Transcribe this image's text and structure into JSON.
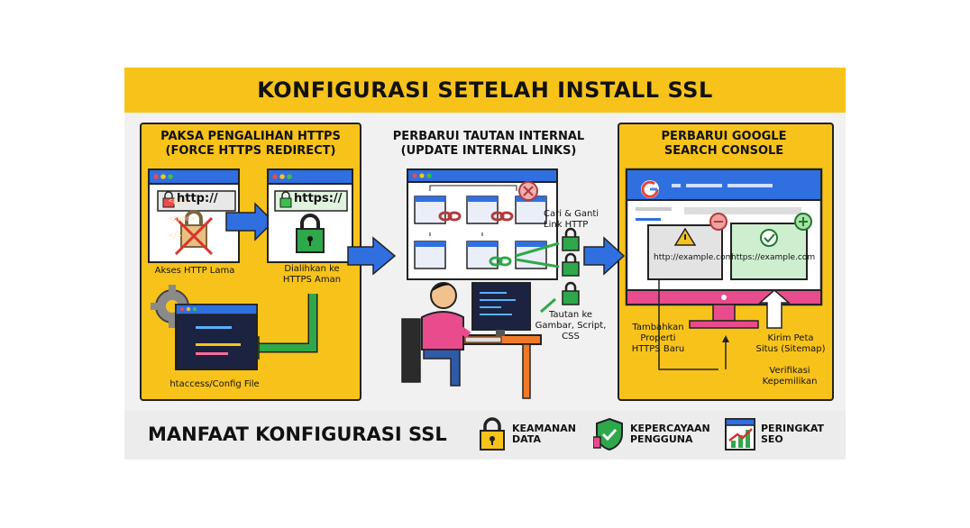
{
  "title": "KONFIGURASI SETELAH INSTALL SSL",
  "section1": {
    "heading_line1": "PAKSA PENGALIHAN HTTPS",
    "heading_line2": "(FORCE HTTPS REDIRECT)",
    "http_url": "http://",
    "https_url": "https://",
    "label_old": "Akses HTTP Lama",
    "label_new_line1": "Dialihkan ke",
    "label_new_line2": "HTTPS Aman",
    "code_lines": [
      "<ppdp",
      "<ppdd>",
      "</>"
    ],
    "label_config": "htaccess/Config File"
  },
  "section2": {
    "heading_line1": "PERBARUI TAUTAN INTERNAL",
    "heading_line2": "(UPDATE INTERNAL LINKS)",
    "label_replace_line1": "Cari & Ganti",
    "label_replace_line2": "Link HTTP",
    "label_assets_line1": "Tautan ke",
    "label_assets_line2": "Gambar, Script,",
    "label_assets_line3": "CSS"
  },
  "section3": {
    "heading_line1": "PERBARUI GOOGLE",
    "heading_line2": "SEARCH CONSOLE",
    "old_property": "http://example.com",
    "new_property": "https://example.com",
    "label_add_line1": "Tambahkan",
    "label_add_line2": "Properti",
    "label_add_line3": "HTTPS Baru",
    "label_sitemap_line1": "Kirim Peta",
    "label_sitemap_line2": "Situs (Sitemap)",
    "label_verify_line1": "Verifikasi",
    "label_verify_line2": "Kepemilikan"
  },
  "benefits": {
    "heading": "MANFAAT KONFIGURASI SSL",
    "items": [
      {
        "line1": "KEAMANAN",
        "line2": "DATA",
        "icon": "padlock-icon"
      },
      {
        "line1": "KEPERCAYAAN",
        "line2": "PENGGUNA",
        "icon": "shield-check-icon"
      },
      {
        "line1": "PERINGKAT",
        "line2": "SEO",
        "icon": "growth-chart-icon"
      }
    ]
  },
  "colors": {
    "yellow": "#f7c31b",
    "blue": "#2f6fe0",
    "green": "#1d9a3a",
    "pink": "#e84c8c",
    "red": "#d9342b"
  }
}
